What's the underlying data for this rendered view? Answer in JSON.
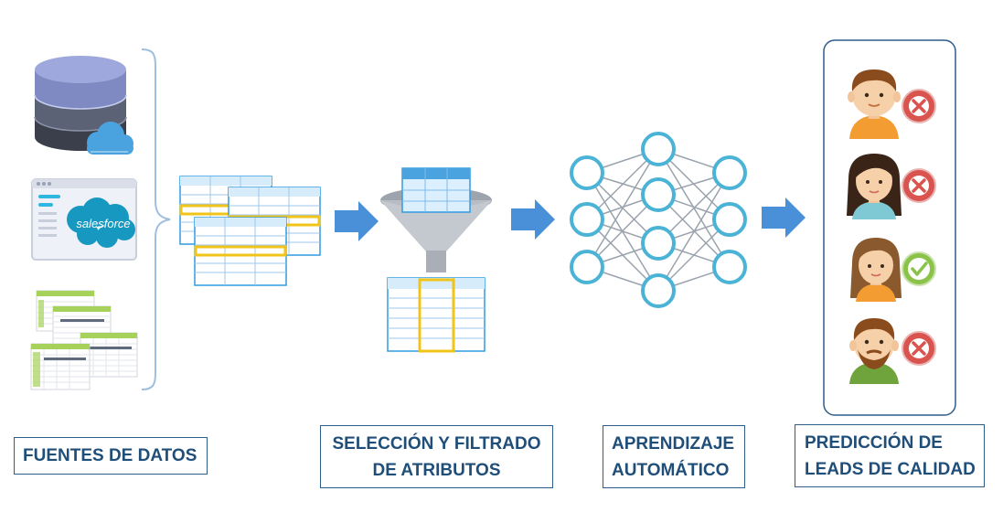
{
  "labels": {
    "sources": "FUENTES DE DATOS",
    "selection_line1": "SELECCIÓN Y FILTRADO",
    "selection_line2": "DE ATRIBUTOS",
    "learning_line1": "APRENDIZAJE",
    "learning_line2": "AUTOMÁTICO",
    "prediction_line1": "PREDICCIÓN DE",
    "prediction_line2": "LEADS DE CALIDAD"
  },
  "sources": {
    "crm_logo_text": "salesforce",
    "icons": [
      "database-cloud-icon",
      "salesforce-window-icon",
      "spreadsheets-icon"
    ]
  },
  "leads": [
    {
      "avatar": "boy-avatar",
      "status": "rejected"
    },
    {
      "avatar": "woman-dark-hair-avatar",
      "status": "rejected"
    },
    {
      "avatar": "woman-brown-hair-avatar",
      "status": "approved"
    },
    {
      "avatar": "bearded-man-avatar",
      "status": "rejected"
    }
  ],
  "colors": {
    "label_text": "#1f4e79",
    "label_border": "#2f5d8a",
    "arrow": "#4a90d9",
    "neuron": "#4bb3d6",
    "highlight": "#f0c419",
    "reject": "#d9534f",
    "approve": "#8bc34a"
  }
}
